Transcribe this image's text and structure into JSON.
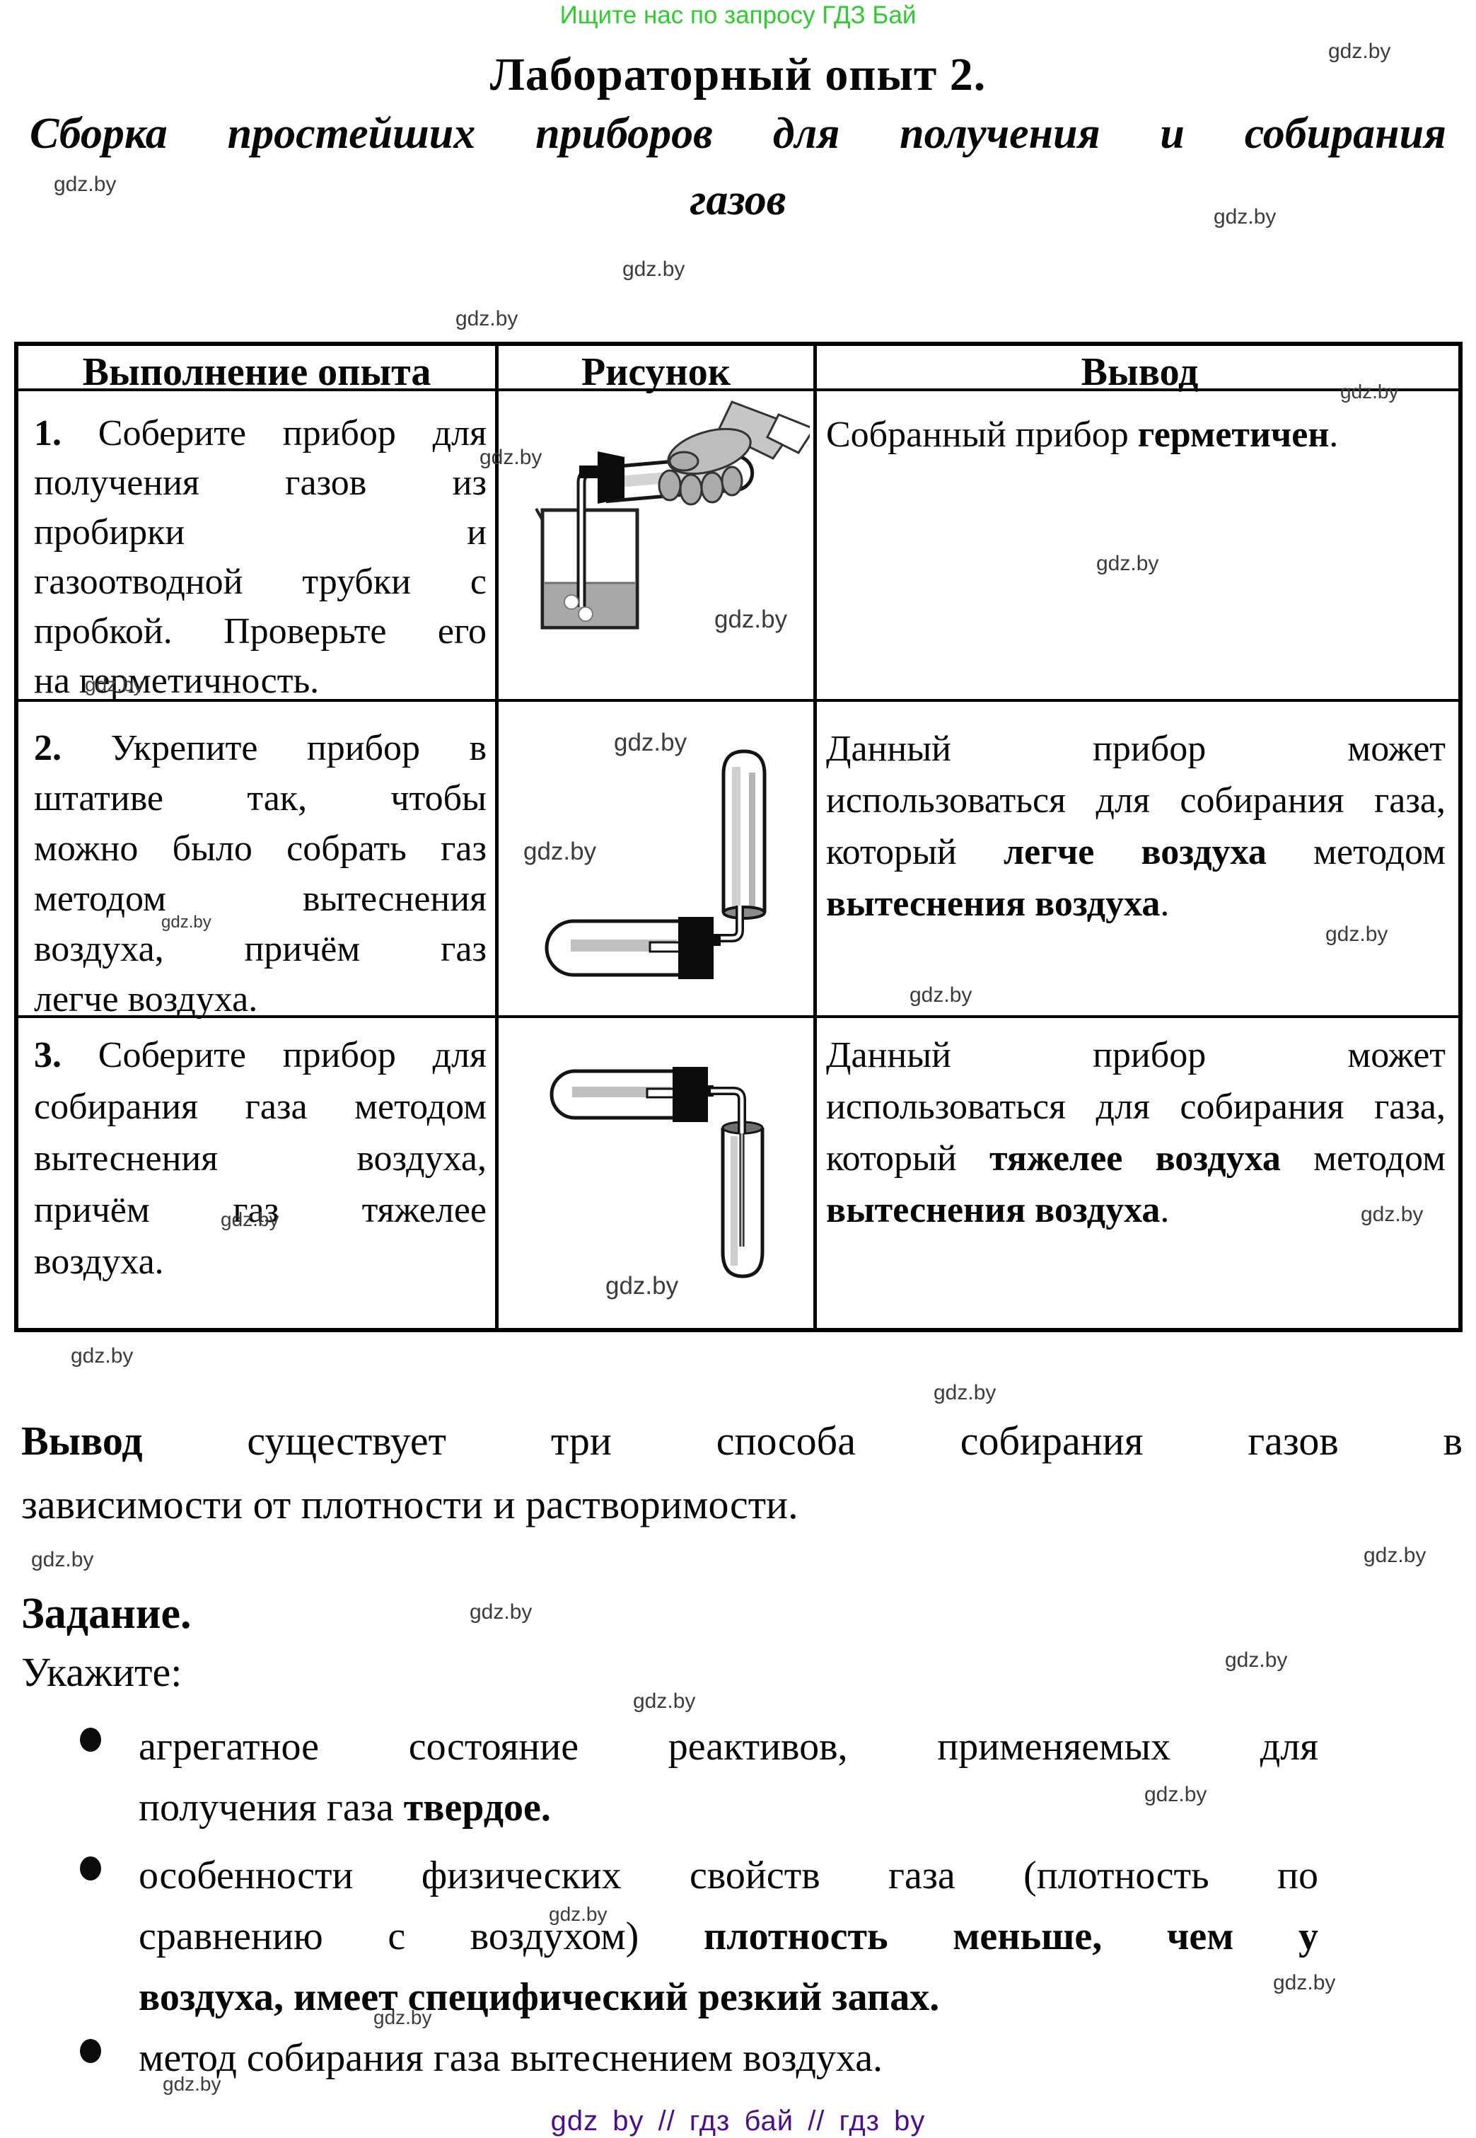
{
  "watermark": "gdz.by",
  "colors": {
    "promo_green": "#2ecc2e",
    "footer_purple": "#4b0f8e",
    "watermark_gray": "#3c3c3c",
    "table_border": "#000000"
  },
  "header": {
    "promo": "Ищите нас по запросу ГДЗ Бай",
    "title": "Лабораторный опыт 2.",
    "subtitle_line1": "Сборка простейших приборов для получения и собирания",
    "subtitle_line2": "газов"
  },
  "table": {
    "headers": {
      "execution": "Выполнение опыта",
      "figure": "Рисунок",
      "conclusion": "Вывод"
    },
    "row1": {
      "exec": {
        "num": "1.",
        "l1": "Соберите прибор для",
        "l2": "получения газов из",
        "l3": "пробирки и",
        "l4": "газоотводной трубки с",
        "l5": "пробкой. Проверьте его",
        "l6": "на герметичность."
      },
      "figure_alt": "пробирка с пробкой и газоотводной трубкой, опущенной в стакан с водой",
      "concl": {
        "pre": "Собранный прибор ",
        "bold": "герметичен",
        "post": "."
      }
    },
    "row2": {
      "exec": {
        "num": "2.",
        "l1": "Укрепите прибор в",
        "l2": "штативе так, чтобы",
        "l3": "можно было собрать газ",
        "l4": "методом вытеснения",
        "l5": "воздуха, причём газ",
        "l6": "легче воздуха."
      },
      "figure_alt": "пробирка с газоотводной трубкой и перевёрнутая вверх дном пробирка для собирания газа",
      "concl": {
        "l1": "Данный прибор может",
        "l2": "использоваться для собирания газа,",
        "l3_pre": "который ",
        "l3_bold": "легче воздуха",
        "l3_post": " методом",
        "l4_bold": "вытеснения воздуха",
        "l4_post": "."
      }
    },
    "row3": {
      "exec": {
        "num": "3.",
        "l1": "Соберите прибор для",
        "l2": "собирания газа методом",
        "l3": "вытеснения воздуха,",
        "l4": "причём газ тяжелее",
        "l5": "воздуха."
      },
      "figure_alt": "пробирка с газоотводной трубкой и пробирка отверстием вверх для собирания газа",
      "concl": {
        "l1": "Данный прибор может",
        "l2": "использоваться для собирания газа,",
        "l3_pre": "который ",
        "l3_bold": "тяжелее воздуха",
        "l3_post": " методом",
        "l4_bold": "вытеснения воздуха",
        "l4_post": "."
      }
    }
  },
  "conclusion": {
    "bold": "Вывод",
    "l1_rest": "существует три способа собирания газов в",
    "l2": "зависимости от плотности и растворимости."
  },
  "task": {
    "heading": "Задание.",
    "subheading": "Укажите:",
    "bullet1": {
      "l1": "агрегатное состояние реактивов, применяемых для",
      "l2_pre": "получения газа ",
      "l2_bold": "твердое."
    },
    "bullet2": {
      "l1": "особенности физических свойств газа (плотность по",
      "l2_pre": "сравнению с воздухом) ",
      "l2_bold": "плотность меньше, чем у",
      "l3_bold": "воздуха, имеет специфический резкий запах."
    },
    "bullet3": {
      "l1": "метод собирания газа вытеснением воздуха."
    }
  },
  "footer": {
    "text": "gdz by // гдз бай // гдз by"
  }
}
